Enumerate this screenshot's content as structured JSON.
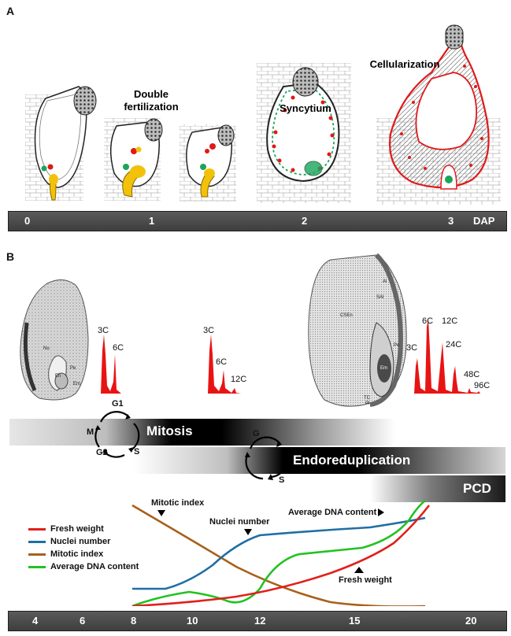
{
  "panel_a": {
    "letter": "A",
    "stages": {
      "double_fertilization": "Double\nfertilization",
      "syncytium": "Syncytium",
      "cellularization": "Cellularization"
    },
    "timeline": {
      "ticks": [
        "0",
        "1",
        "2",
        "3"
      ],
      "unit": "DAP"
    },
    "colors": {
      "red": "#e01818",
      "green": "#1aa55a",
      "yellow": "#f2c20a"
    }
  },
  "panel_b": {
    "letter": "B",
    "micrograph_labels": {
      "left": [
        "Nu",
        "Pe",
        "En",
        "Em"
      ],
      "right": [
        "Al",
        "SAl",
        "CSEn",
        "Pe",
        "Em",
        "TC",
        "Pl"
      ]
    },
    "histograms": [
      {
        "peaks": [
          "3C",
          "6C"
        ]
      },
      {
        "peaks": [
          "3C",
          "6C",
          "12C"
        ]
      },
      {
        "peaks": [
          "3C",
          "6C",
          "12C",
          "24C",
          "48C",
          "96C"
        ]
      }
    ],
    "cell_cycle_mitosis": {
      "phases": [
        "G1",
        "M",
        "G2",
        "S"
      ]
    },
    "cell_cycle_endo": {
      "phases": [
        "G",
        "S"
      ]
    },
    "bands": {
      "mitosis": "Mitosis",
      "endoreduplication": "Endoreduplication",
      "pcd": "PCD"
    },
    "legend": [
      {
        "label": "Fresh weight",
        "color": "#e0201c"
      },
      {
        "label": "Nuclei number",
        "color": "#1f6fa3"
      },
      {
        "label": "Mitotic index",
        "color": "#a8601a"
      },
      {
        "label": "Average DNA content",
        "color": "#22c222"
      }
    ],
    "annotations": {
      "mitotic_index": "Mitotic index",
      "nuclei_number": "Nuclei number",
      "average_dna": "Average DNA content",
      "fresh_weight": "Fresh weight"
    },
    "timeline": {
      "ticks": [
        "4",
        "6",
        "8",
        "10",
        "12",
        "15",
        "20"
      ]
    }
  }
}
